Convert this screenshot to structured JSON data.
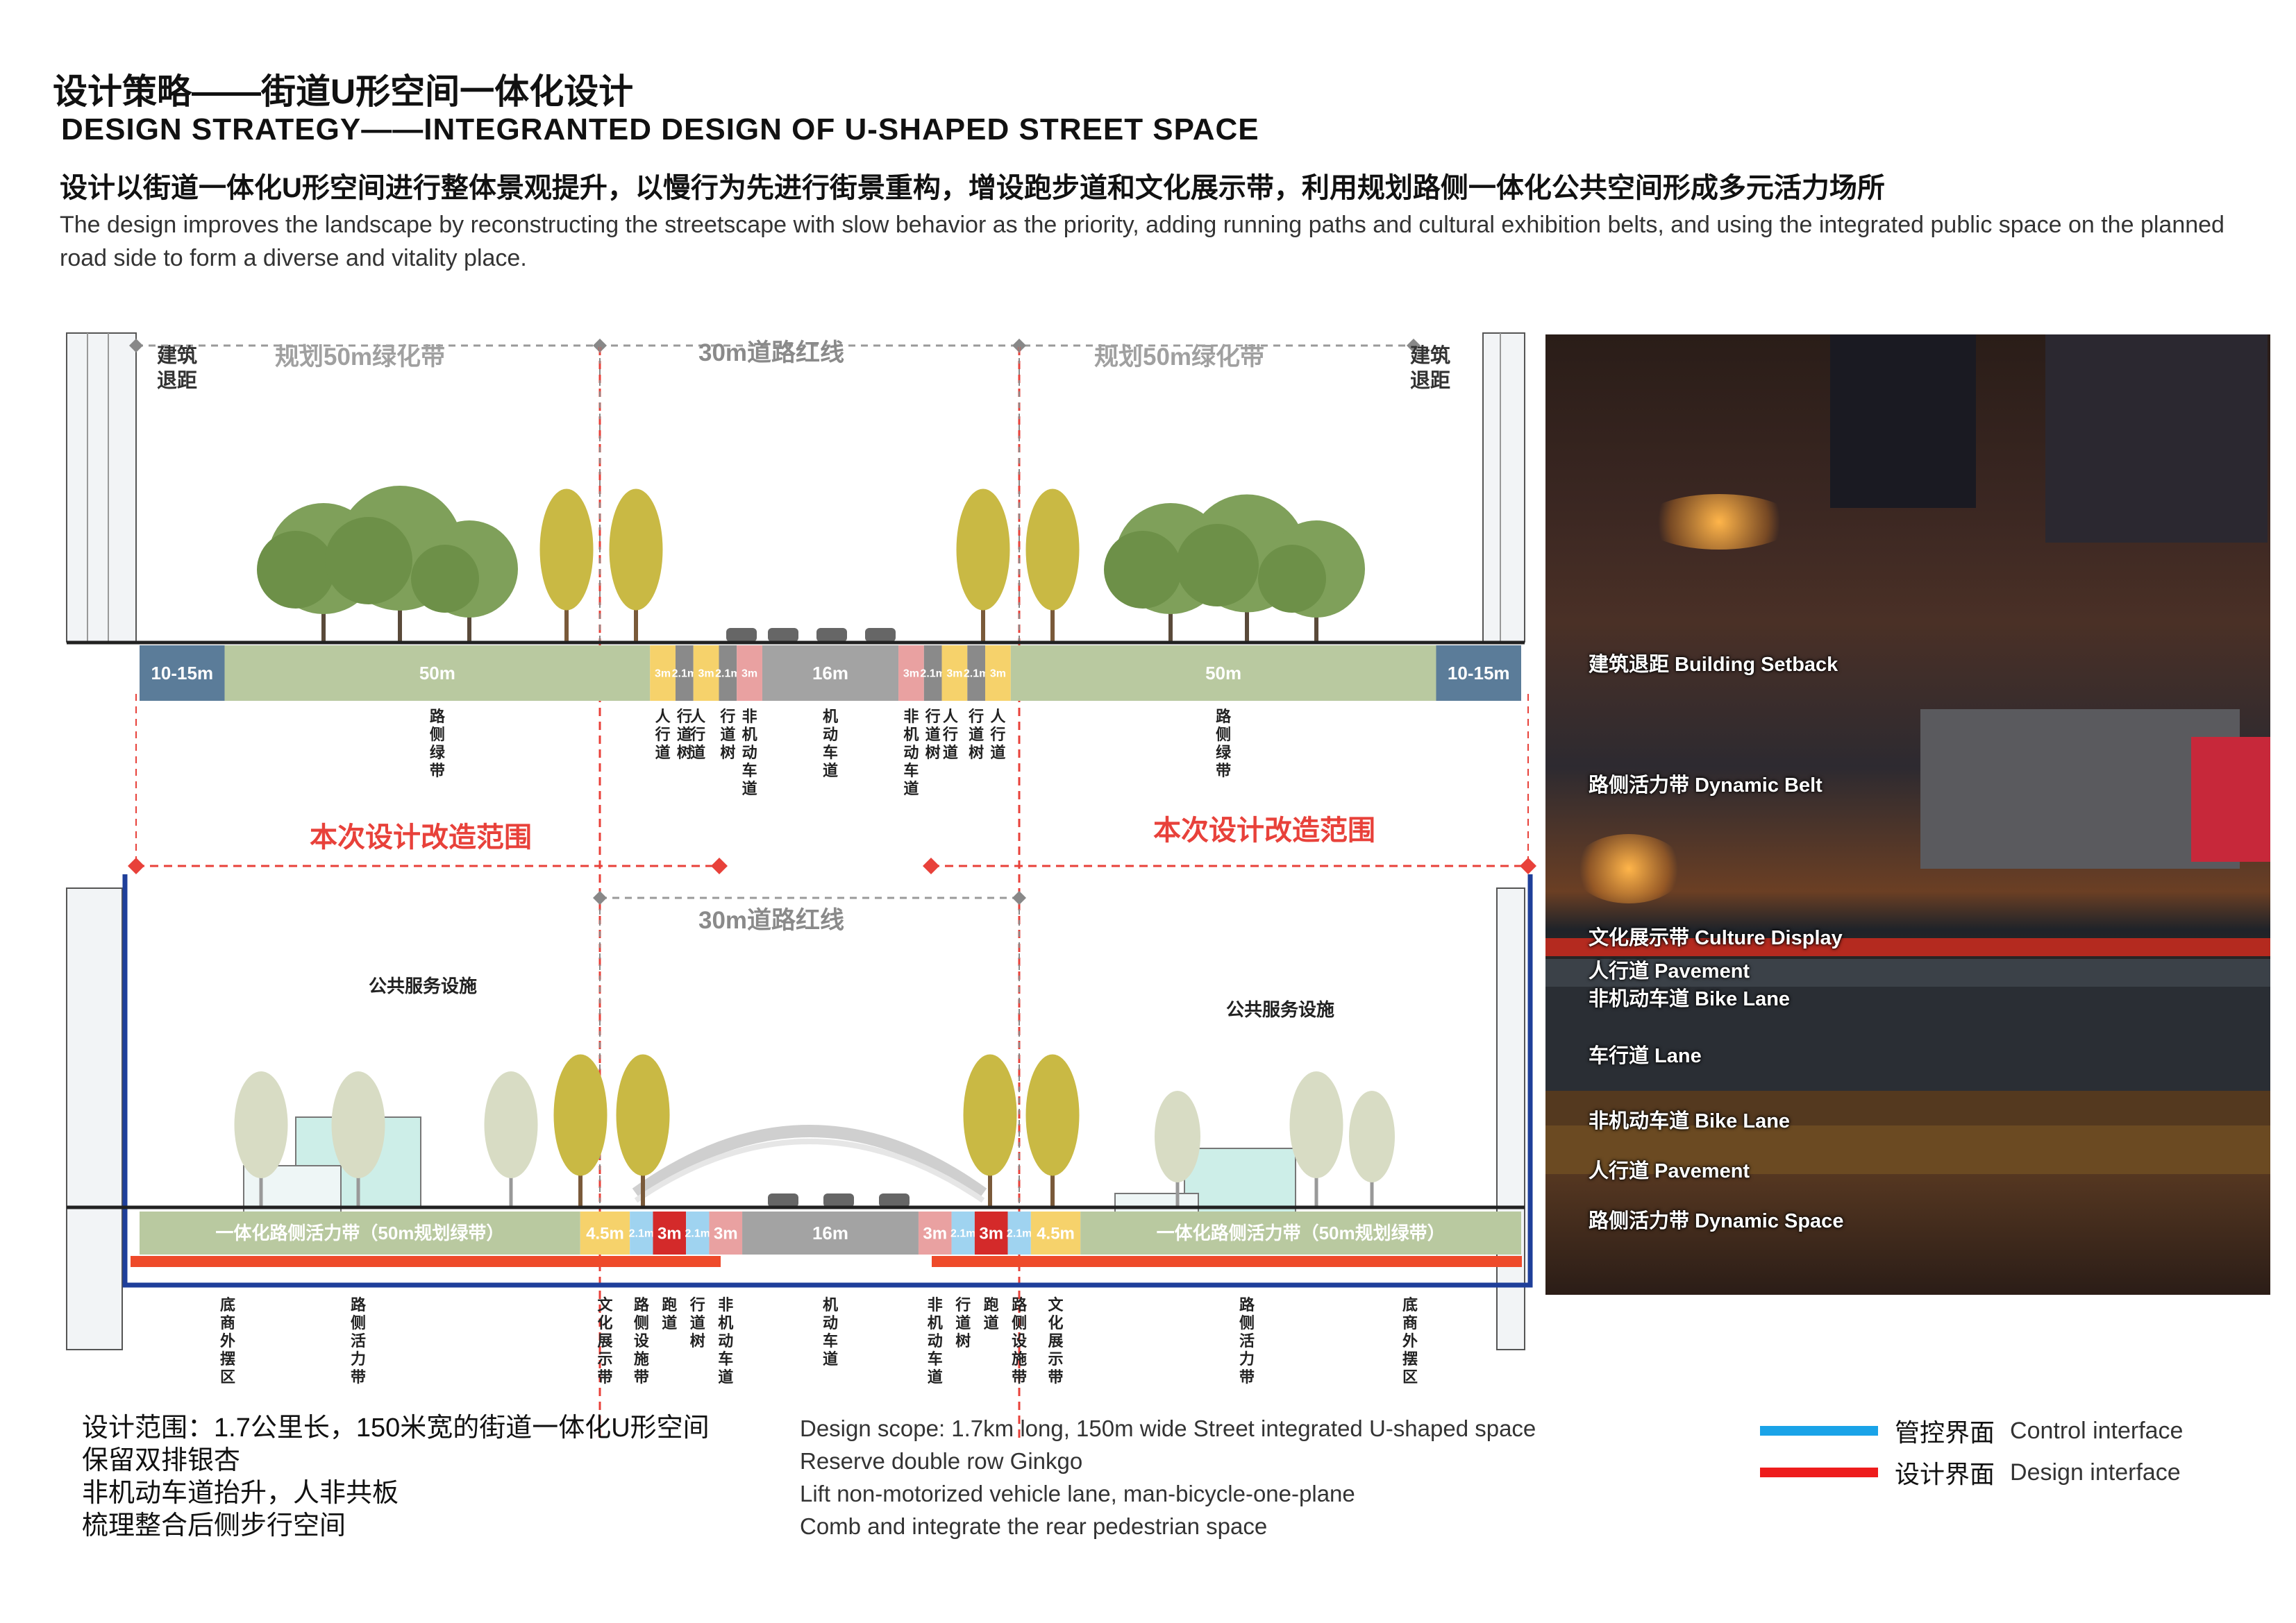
{
  "header": {
    "title_cn": "设计策略——街道U形空间一体化设计",
    "title_en": "DESIGN STRATEGY——INTEGRANTED DESIGN OF U-SHAPED STREET SPACE",
    "subtitle_cn": "设计以街道一体化U形空间进行整体景观提升，以慢行为先进行街景重构，增设跑步道和文化展示带，利用规划路侧一体化公共空间形成多元活力场所",
    "subtitle_en": "The design improves the landscape by reconstructing the streetscape with slow behavior as the priority, adding running paths and cultural exhibition belts, and using the integrated public space on the planned road side to form a diverse and vitality place."
  },
  "top_section": {
    "setback_label": "建筑\n退距",
    "green_belt_label": "规划50m绿化带",
    "red_line_label": "30m道路红线",
    "bands": [
      {
        "label": "10-15m",
        "color": "#5b7c99",
        "w": 10
      },
      {
        "label": "50m",
        "color": "#b9c9a0",
        "w": 50
      },
      {
        "label": "3m",
        "color": "#f6d26b",
        "w": 3
      },
      {
        "label": "2.1m",
        "color": "#8a8a8a",
        "w": 2.1
      },
      {
        "label": "3m",
        "color": "#f6d26b",
        "w": 3
      },
      {
        "label": "2.1m",
        "color": "#8a8a8a",
        "w": 2.1
      },
      {
        "label": "3m",
        "color": "#e9a1a1",
        "w": 3
      },
      {
        "label": "16m",
        "color": "#a3a3a3",
        "w": 16
      },
      {
        "label": "3m",
        "color": "#e9a1a1",
        "w": 3
      },
      {
        "label": "2.1m",
        "color": "#8a8a8a",
        "w": 2.1
      },
      {
        "label": "3m",
        "color": "#f6d26b",
        "w": 3
      },
      {
        "label": "2.1m",
        "color": "#8a8a8a",
        "w": 2.1
      },
      {
        "label": "3m",
        "color": "#f6d26b",
        "w": 3
      },
      {
        "label": "50m",
        "color": "#b9c9a0",
        "w": 50
      },
      {
        "label": "10-15m",
        "color": "#5b7c99",
        "w": 10
      }
    ],
    "vertical_labels": [
      "路侧绿带",
      "人行道",
      "行道树",
      "人行道",
      "行道树",
      "非机动车道",
      "机动车道",
      "非机动车道",
      "行道树",
      "人行道",
      "行道树",
      "人行道",
      "路侧绿带"
    ],
    "scope_label": "本次设计改造范围"
  },
  "bottom_section": {
    "red_line_label": "30m道路红线",
    "facility_label": "公共服务设施",
    "bands": [
      {
        "label": "一体化路侧活力带（50m规划绿带）",
        "color": "#b9c9a0",
        "w": 40
      },
      {
        "label": "4.5m",
        "color": "#f6d26b",
        "w": 4.5
      },
      {
        "label": "2.1m",
        "color": "#9fd3f0",
        "w": 2.1
      },
      {
        "label": "3m",
        "color": "#d42a2a",
        "w": 3
      },
      {
        "label": "2.1m",
        "color": "#9fd3f0",
        "w": 2.1
      },
      {
        "label": "3m",
        "color": "#e9a1a1",
        "w": 3
      },
      {
        "label": "16m",
        "color": "#a3a3a3",
        "w": 16
      },
      {
        "label": "3m",
        "color": "#e9a1a1",
        "w": 3
      },
      {
        "label": "2.1m",
        "color": "#9fd3f0",
        "w": 2.1
      },
      {
        "label": "3m",
        "color": "#d42a2a",
        "w": 3
      },
      {
        "label": "2.1m",
        "color": "#9fd3f0",
        "w": 2.1
      },
      {
        "label": "4.5m",
        "color": "#f6d26b",
        "w": 4.5
      },
      {
        "label": "一体化路侧活力带（50m规划绿带）",
        "color": "#b9c9a0",
        "w": 40
      }
    ],
    "vertical_labels": [
      "底商外摆区",
      "路侧活力带",
      "文化展示带",
      "路侧设施带",
      "跑道",
      "行道树",
      "非机动车道",
      "机动车道",
      "非机动车道",
      "行道树",
      "跑道",
      "路侧设施带",
      "文化展示带",
      "路侧活力带",
      "底商外摆区"
    ]
  },
  "photo_labels": [
    "建筑退距 Building Setback",
    "路侧活力带 Dynamic Belt",
    "文化展示带 Culture Display",
    "人行道 Pavement",
    "非机动车道 Bike Lane",
    "车行道 Lane",
    "非机动车道 Bike Lane",
    "人行道 Pavement",
    "路侧活力带 Dynamic Space"
  ],
  "notes_cn": [
    "设计范围：1.7公里长，150米宽的街道一体化U形空间",
    "保留双排银杏",
    "非机动车道抬升，人非共板",
    "梳理整合后侧步行空间"
  ],
  "notes_en": [
    "Design scope: 1.7km long, 150m wide Street integrated U-shaped space",
    "Reserve double row Ginkgo",
    "Lift non-motorized vehicle lane, man-bicycle-one-plane",
    "Comb and integrate the rear pedestrian space"
  ],
  "legend": [
    {
      "cn": "管控界面",
      "en": "Control interface",
      "color": "#1aa3e8"
    },
    {
      "cn": "设计界面",
      "en": "Design interface",
      "color": "#ee1c1c"
    }
  ],
  "colors": {
    "red_dash": "#e8413a",
    "blue_frame": "#1f3f9a",
    "ground": "#222222"
  }
}
